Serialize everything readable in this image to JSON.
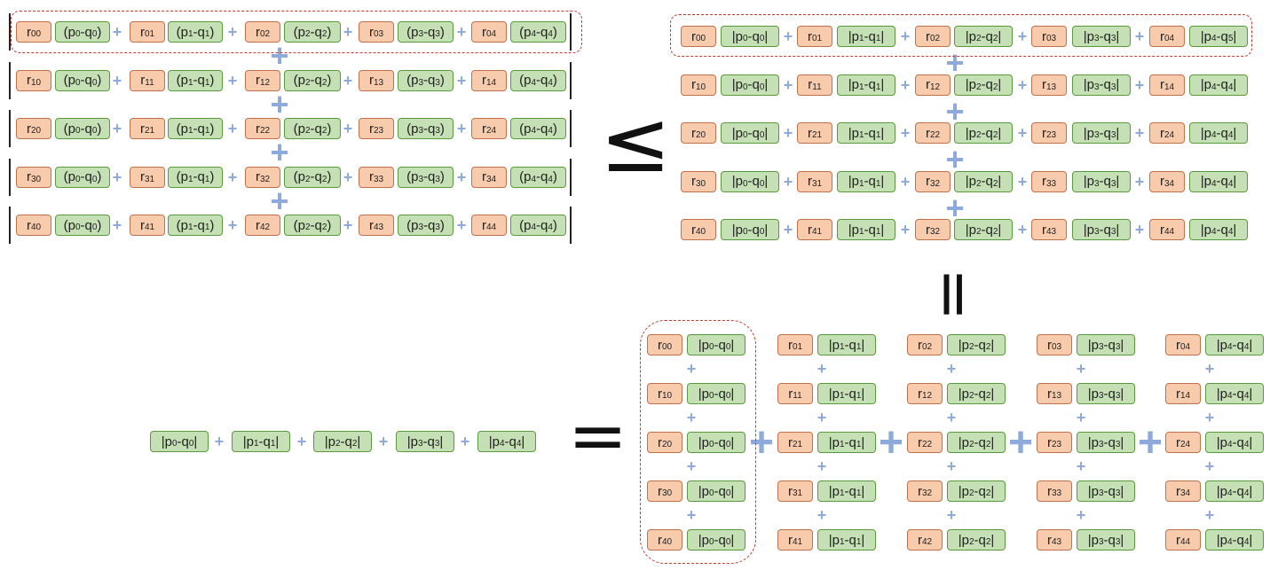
{
  "colors": {
    "r_fill": "#f8cbad",
    "r_border": "#c0704a",
    "p_fill": "#c5e0b4",
    "p_border": "#5a9a3c",
    "plus": "#8ea9db",
    "dashed_outline": "#c0392b"
  },
  "plus_sign": "+",
  "relations": {
    "leq": "≤",
    "eq_vertical": "=",
    "eq_horizontal": "="
  },
  "left_matrix": {
    "rows": [
      {
        "terms": [
          {
            "r": "r00",
            "d": "(p0-q0)"
          },
          {
            "r": "r01",
            "d": "(p1-q1)"
          },
          {
            "r": "r02",
            "d": "(p2-q2)"
          },
          {
            "r": "r03",
            "d": "(p3-q3)"
          },
          {
            "r": "r04",
            "d": "(p4-q4)"
          }
        ]
      },
      {
        "terms": [
          {
            "r": "r10",
            "d": "(p0-q0)"
          },
          {
            "r": "r11",
            "d": "(p1-q1)"
          },
          {
            "r": "r12",
            "d": "(p2-q2)"
          },
          {
            "r": "r13",
            "d": "(p3-q3)"
          },
          {
            "r": "r14",
            "d": "(p4-q4)"
          }
        ]
      },
      {
        "terms": [
          {
            "r": "r20",
            "d": "(p0-q0)"
          },
          {
            "r": "r21",
            "d": "(p1-q1)"
          },
          {
            "r": "r22",
            "d": "(p2-q2)"
          },
          {
            "r": "r23",
            "d": "(p3-q3)"
          },
          {
            "r": "r24",
            "d": "(p4-q4)"
          }
        ]
      },
      {
        "terms": [
          {
            "r": "r30",
            "d": "(p0-q0)"
          },
          {
            "r": "r31",
            "d": "(p1-q1)"
          },
          {
            "r": "r32",
            "d": "(p2-q2)"
          },
          {
            "r": "r33",
            "d": "(p3-q3)"
          },
          {
            "r": "r34",
            "d": "(p4-q4)"
          }
        ]
      },
      {
        "terms": [
          {
            "r": "r40",
            "d": "(p0-q0)"
          },
          {
            "r": "r41",
            "d": "(p1-q1)"
          },
          {
            "r": "r42",
            "d": "(p2-q2)"
          },
          {
            "r": "r43",
            "d": "(p3-q3)"
          },
          {
            "r": "r44",
            "d": "(p4-q4)"
          }
        ]
      }
    ]
  },
  "right_matrix": {
    "rows": [
      {
        "terms": [
          {
            "r": "r00",
            "d": "|p0-q0|"
          },
          {
            "r": "r01",
            "d": "|p1-q1|"
          },
          {
            "r": "r02",
            "d": "|p2-q2|"
          },
          {
            "r": "r03",
            "d": "|p3-q3|"
          },
          {
            "r": "r04",
            "d": "|p4-q5|"
          }
        ]
      },
      {
        "terms": [
          {
            "r": "r10",
            "d": "|p0-q0|"
          },
          {
            "r": "r11",
            "d": "|p1-q1|"
          },
          {
            "r": "r12",
            "d": "|p2-q2|"
          },
          {
            "r": "r13",
            "d": "|p3-q3|"
          },
          {
            "r": "r14",
            "d": "|p4-q4|"
          }
        ]
      },
      {
        "terms": [
          {
            "r": "r20",
            "d": "|p0-q0|"
          },
          {
            "r": "r21",
            "d": "|p1-q1|"
          },
          {
            "r": "r22",
            "d": "|p2-q2|"
          },
          {
            "r": "r23",
            "d": "|p3-q3|"
          },
          {
            "r": "r24",
            "d": "|p4-q4|"
          }
        ]
      },
      {
        "terms": [
          {
            "r": "r30",
            "d": "|p0-q0|"
          },
          {
            "r": "r31",
            "d": "|p1-q1|"
          },
          {
            "r": "r32",
            "d": "|p2-q2|"
          },
          {
            "r": "r33",
            "d": "|p3-q3|"
          },
          {
            "r": "r34",
            "d": "|p4-q4|"
          }
        ]
      },
      {
        "terms": [
          {
            "r": "r40",
            "d": "|p0-q0|"
          },
          {
            "r": "r41",
            "d": "|p1-q1|"
          },
          {
            "r": "r32",
            "d": "|p2-q2|"
          },
          {
            "r": "r43",
            "d": "|p3-q3|"
          },
          {
            "r": "r44",
            "d": "|p4-q4|"
          }
        ]
      }
    ]
  },
  "column_groups": [
    {
      "terms": [
        {
          "r": "r00",
          "d": "|p0-q0|"
        },
        {
          "r": "r10",
          "d": "|p0-q0|"
        },
        {
          "r": "r20",
          "d": "|p0-q0|"
        },
        {
          "r": "r30",
          "d": "|p0-q0|"
        },
        {
          "r": "r40",
          "d": "|p0-q0|"
        }
      ]
    },
    {
      "terms": [
        {
          "r": "r01",
          "d": "|p1-q1|"
        },
        {
          "r": "r11",
          "d": "|p1-q1|"
        },
        {
          "r": "r21",
          "d": "|p1-q1|"
        },
        {
          "r": "r31",
          "d": "|p1-q1|"
        },
        {
          "r": "r41",
          "d": "|p1-q1|"
        }
      ]
    },
    {
      "terms": [
        {
          "r": "r02",
          "d": "|p2-q2|"
        },
        {
          "r": "r12",
          "d": "|p2-q2|"
        },
        {
          "r": "r22",
          "d": "|p2-q2|"
        },
        {
          "r": "r32",
          "d": "|p2-q2|"
        },
        {
          "r": "r42",
          "d": "|p2-q2|"
        }
      ]
    },
    {
      "terms": [
        {
          "r": "r03",
          "d": "|p3-q3|"
        },
        {
          "r": "r13",
          "d": "|p3-q3|"
        },
        {
          "r": "r23",
          "d": "|p3-q3|"
        },
        {
          "r": "r33",
          "d": "|p3-q3|"
        },
        {
          "r": "r43",
          "d": "|p3-q3|"
        }
      ]
    },
    {
      "terms": [
        {
          "r": "r04",
          "d": "|p4-q4|"
        },
        {
          "r": "r14",
          "d": "|p4-q4|"
        },
        {
          "r": "r24",
          "d": "|p4-q4|"
        },
        {
          "r": "r34",
          "d": "|p4-q4|"
        },
        {
          "r": "r44",
          "d": "|p4-q4|"
        }
      ]
    }
  ],
  "result_sum": {
    "terms": [
      "|p0-q0|",
      "|p1-q1|",
      "|p2-q2|",
      "|p3-q3|",
      "|p4-q4|"
    ]
  }
}
